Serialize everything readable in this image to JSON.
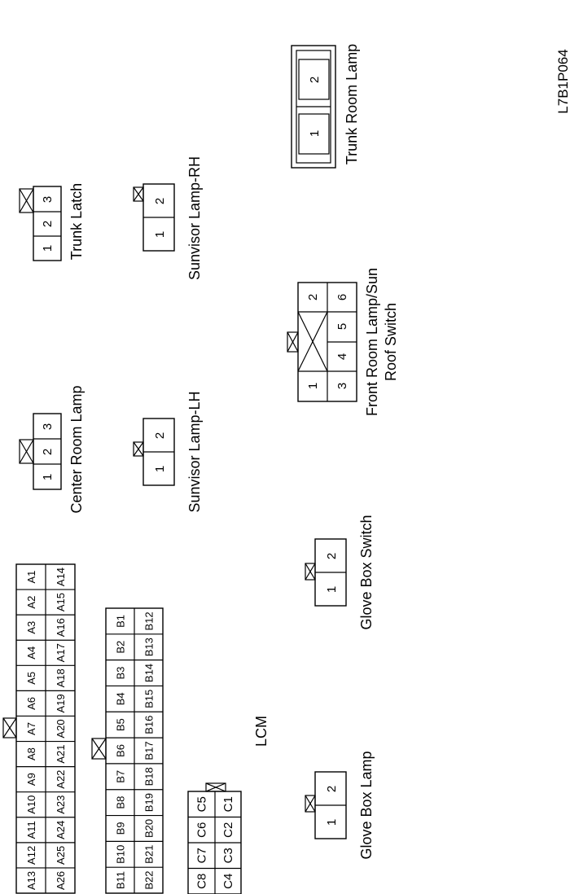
{
  "figure_id": "L7B1P064",
  "connectors": {
    "trunk_room_lamp": {
      "label": "Trunk Room Lamp",
      "pins": [
        "1",
        "2"
      ]
    },
    "trunk_latch": {
      "label": "Trunk Latch",
      "pins": [
        "1",
        "2",
        "3"
      ]
    },
    "sunvisor_lamp_rh": {
      "label": "Sunvisor Lamp-RH",
      "pins": [
        "1",
        "2"
      ]
    },
    "front_room_lamp": {
      "label_line1": "Front Room Lamp/Sun",
      "label_line2": "Roof Switch",
      "pins": [
        "1",
        "2",
        "3",
        "4",
        "5",
        "6"
      ]
    },
    "center_room_lamp": {
      "label": "Center Room Lamp",
      "pins": [
        "1",
        "2",
        "3"
      ]
    },
    "sunvisor_lamp_lh": {
      "label": "Sunvisor Lamp-LH",
      "pins": [
        "1",
        "2"
      ]
    },
    "glove_box_switch": {
      "label": "Glove Box Switch",
      "pins": [
        "1",
        "2"
      ]
    },
    "glove_box_lamp": {
      "label": "Glove Box Lamp",
      "pins": [
        "1",
        "2"
      ]
    },
    "lcm": {
      "label": "LCM",
      "a_top": [
        "A13",
        "A12",
        "A11",
        "A10",
        "A9",
        "A8",
        "A7",
        "A6",
        "A5",
        "A4",
        "A3",
        "A2",
        "A1"
      ],
      "a_bottom": [
        "A26",
        "A25",
        "A24",
        "A23",
        "A22",
        "A21",
        "A20",
        "A19",
        "A18",
        "A17",
        "A16",
        "A15",
        "A14"
      ],
      "b_top": [
        "B11",
        "B10",
        "B9",
        "B8",
        "B7",
        "B6",
        "B5",
        "B4",
        "B3",
        "B2",
        "B1"
      ],
      "b_bottom": [
        "B22",
        "B21",
        "B20",
        "B19",
        "B18",
        "B17",
        "B16",
        "B15",
        "B14",
        "B13",
        "B12"
      ],
      "c_top": [
        "C8",
        "C7",
        "C6",
        "C5"
      ],
      "c_bottom": [
        "C4",
        "C3",
        "C2",
        "C1"
      ]
    }
  }
}
